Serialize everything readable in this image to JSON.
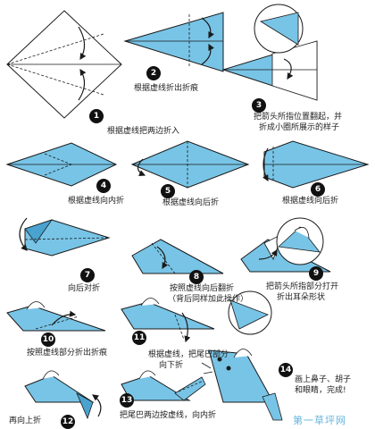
{
  "colors": {
    "paper": "#78c4e6",
    "paper_dark": "#4aa2cf",
    "line": "#1a1a1a",
    "white": "#ffffff"
  },
  "steps": [
    {
      "num": "1",
      "caption": "根据虚线把两边折入"
    },
    {
      "num": "2",
      "caption": "根据虚线折出折痕"
    },
    {
      "num": "3",
      "caption": "把箭头所指位置翻起，并",
      "caption2": "折成小圈所展示的样子"
    },
    {
      "num": "4",
      "caption": "根据虚线向内折"
    },
    {
      "num": "5",
      "caption": "根据虚线向后折"
    },
    {
      "num": "6",
      "caption": "根据虚线向后折"
    },
    {
      "num": "7",
      "caption": "向后对折"
    },
    {
      "num": "8",
      "caption": "按照虚线向后翻折",
      "caption2": "（背后同样加此操作）"
    },
    {
      "num": "9",
      "caption": "把箭头所指部分打开",
      "caption2": "折出耳朵形状"
    },
    {
      "num": "10",
      "caption": "按照虚线部分折出折痕"
    },
    {
      "num": "11",
      "caption": "根据虚线，把尾巴部分",
      "caption2": "向下折"
    },
    {
      "num": "12",
      "caption": "再向上折"
    },
    {
      "num": "13",
      "caption": "把尾巴两边按虚线，向内折"
    },
    {
      "num": "14",
      "caption": "画上鼻子、胡子",
      "caption2": "和眼睛，完成!"
    }
  ],
  "watermark": "第一草坪网"
}
